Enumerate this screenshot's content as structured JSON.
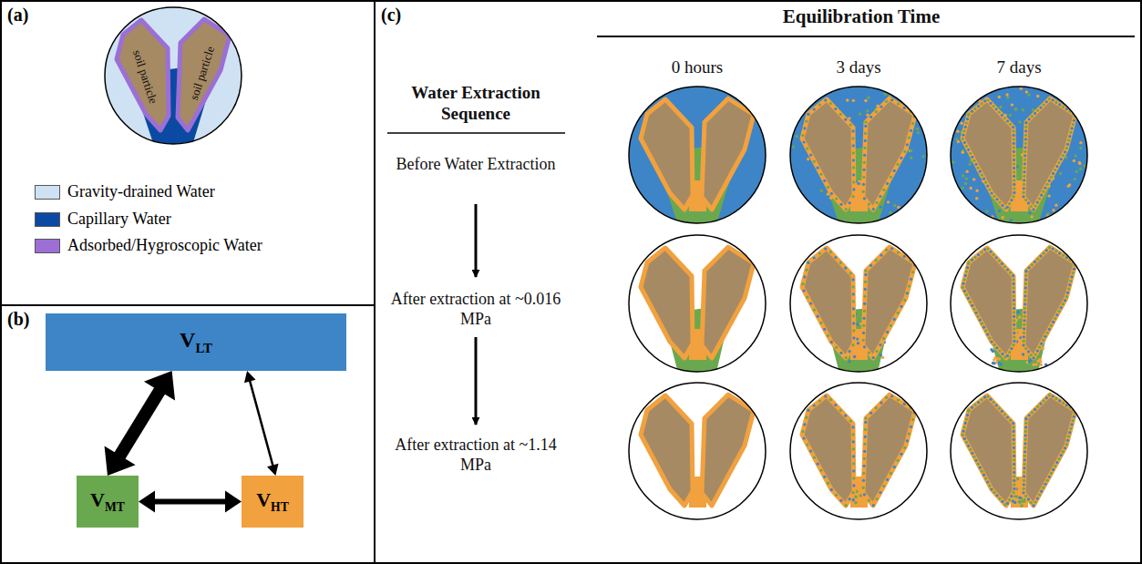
{
  "diagram": {
    "nodes": [
      {
        "text": [
          "(a)"
        ]
      },
      {
        "text": [
          "(b)"
        ]
      },
      {
        "text": [
          "VLT"
        ],
        "in": 1
      },
      {
        "text": [
          "VMT"
        ],
        "in": 1
      },
      {
        "text": [
          "VHT"
        ],
        "in": 1
      },
      {
        "text": [
          "(c)"
        ]
      }
    ],
    "edges": [
      {
        "from": 2,
        "to": 3,
        "arrow": "both"
      },
      {
        "from": 2,
        "to": 4,
        "arrow": "both"
      },
      {
        "from": 3,
        "to": 4,
        "arrow": "both"
      }
    ],
    "labels": [
      "soil particle",
      "soil particle",
      "Equilibration Time",
      "Water Extraction Sequence",
      "0 hours",
      "3 days",
      "7 days",
      "Before Water Extraction",
      "After extraction at ~0.016 MPa",
      "After extraction at ~1.14 MPa"
    ],
    "legend": [
      {
        "text": "Gravity-drained Water",
        "color": "#cfe2f3"
      },
      {
        "text": "Capillary Water",
        "color": "#0b4aa2"
      },
      {
        "text": "Adsorbed/Hygroscopic Water",
        "color": "#9b6fd6"
      }
    ]
  }
}
